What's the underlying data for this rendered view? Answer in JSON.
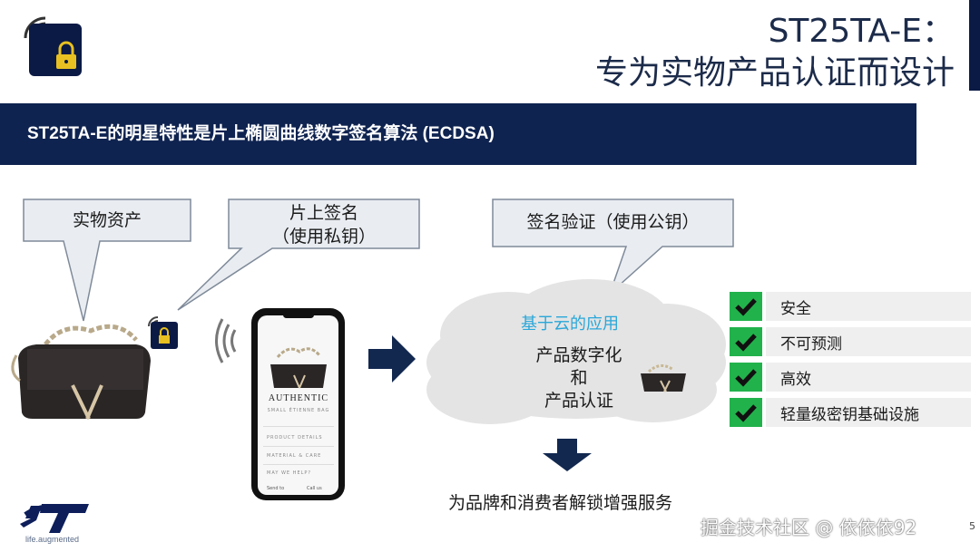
{
  "header": {
    "title_line1": "ST25TA-E：",
    "title_line2": "专为实物产品认证而设计",
    "banner": "ST25TA-E的明星特性是片上椭圆曲线数字签名算法 (ECDSA)"
  },
  "callouts": {
    "physical_asset": "实物资产",
    "onchip_sign_line1": "片上签名",
    "onchip_sign_line2": "（使用私钥）",
    "verify": "签名验证（使用公钥）"
  },
  "phone": {
    "brand": "AUTHENTIC",
    "product": "SMALL ÉTIENNE BAG",
    "menu": [
      "PRODUCT DETAILS",
      "MATERIAL & CARE",
      "MAY WE HELP?"
    ],
    "bottom_left": "Send to",
    "bottom_right": "Call us"
  },
  "cloud": {
    "title": "基于云的应用",
    "line1": "产品数字化",
    "line2": "和",
    "line3": "产品认证"
  },
  "features": [
    "安全",
    "不可预测",
    "高效",
    "轻量级密钥基础设施"
  ],
  "bottom": "为品牌和消费者解锁增强服务",
  "footer": {
    "tagline": "life.augmented",
    "watermark": "掘金技术社区 @ 依依依92",
    "page": "5"
  },
  "colors": {
    "navy": "#0f2350",
    "check_green": "#22b24c",
    "cloud_title": "#2aa7d9",
    "arrow": "#12284f"
  },
  "icons": [
    "nfc-lock-icon",
    "nfc-waves-icon",
    "right-arrow-icon",
    "down-arrow-icon",
    "check-icon",
    "st-logo-icon",
    "handbag-icon"
  ]
}
